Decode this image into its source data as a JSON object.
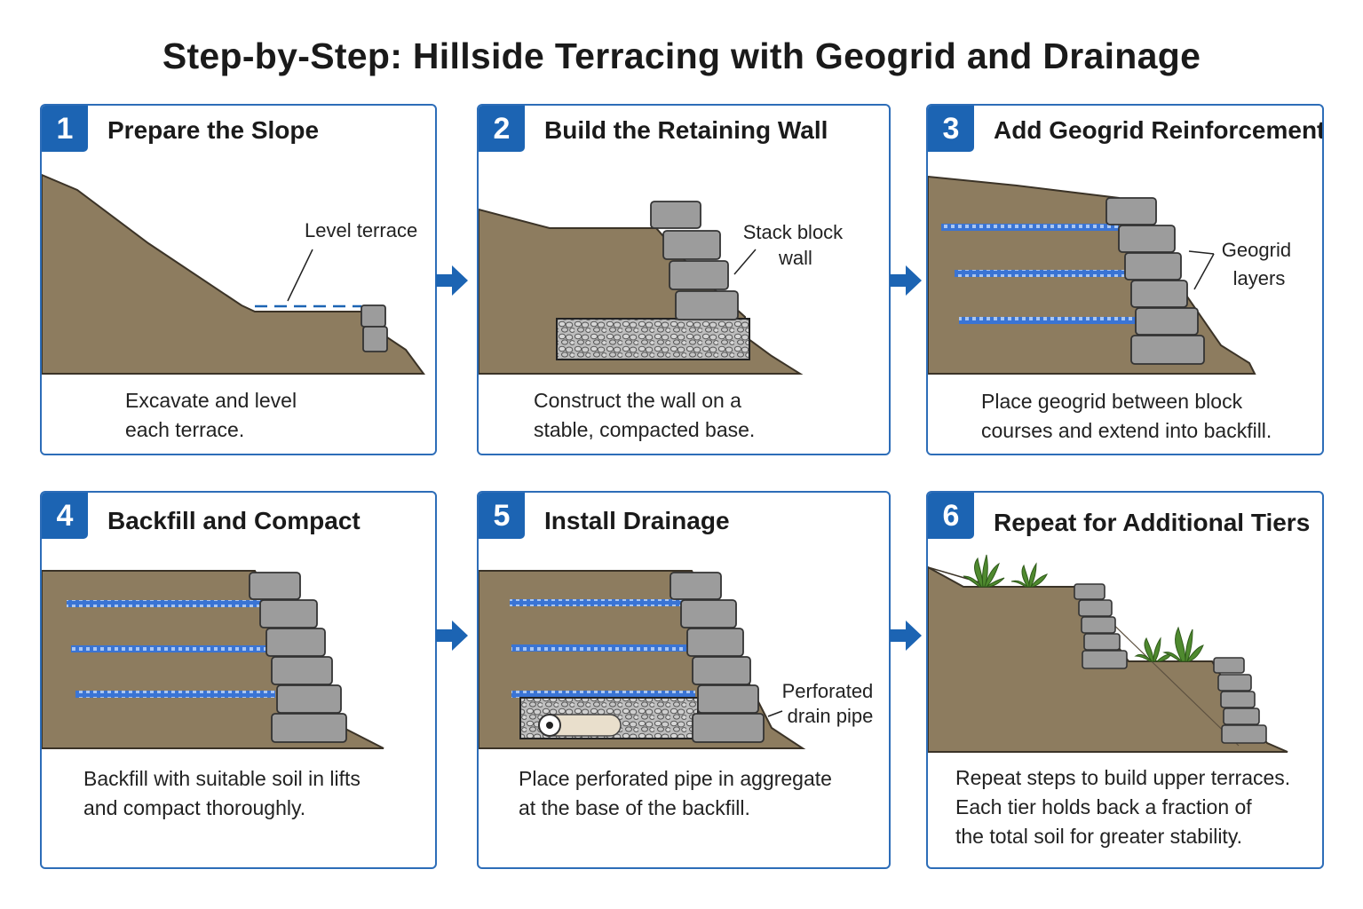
{
  "title": "Step-by-Step: Hillside Terracing with Geogrid and Drainage",
  "steps": [
    {
      "number": "1",
      "title": "Prepare the Slope",
      "label": "Level terrace",
      "caption": [
        "Excavate and level",
        "each terrace."
      ]
    },
    {
      "number": "2",
      "title": "Build the Retaining Wall",
      "label": [
        "Stack block",
        "wall"
      ],
      "caption": [
        "Construct the wall on a",
        "stable, compacted base."
      ]
    },
    {
      "number": "3",
      "title": "Add Geogrid Reinforcement",
      "label": [
        "Geogrid",
        "layers"
      ],
      "caption": [
        "Place geogrid between block",
        "courses and extend into backfill."
      ]
    },
    {
      "number": "4",
      "title": "Backfill and Compact",
      "caption": [
        "Backfill with suitable soil in lifts",
        "and compact thoroughly."
      ]
    },
    {
      "number": "5",
      "title": "Install Drainage",
      "label": [
        "Perforated",
        "drain pipe"
      ],
      "caption": [
        "Place perforated pipe in aggregate",
        "at the base of the backfill."
      ]
    },
    {
      "number": "6",
      "title": "Repeat for Additional Tiers",
      "caption": [
        "Repeat steps to build upper terraces.",
        "Each tier holds back a fraction of",
        "the total soil for greater stability."
      ]
    }
  ],
  "colors": {
    "accent": "#1c64b3",
    "border": "#2d6db8",
    "soil": "#8d7c5f",
    "block": "#9c9c9c",
    "geogrid": "#2f6fd0"
  }
}
